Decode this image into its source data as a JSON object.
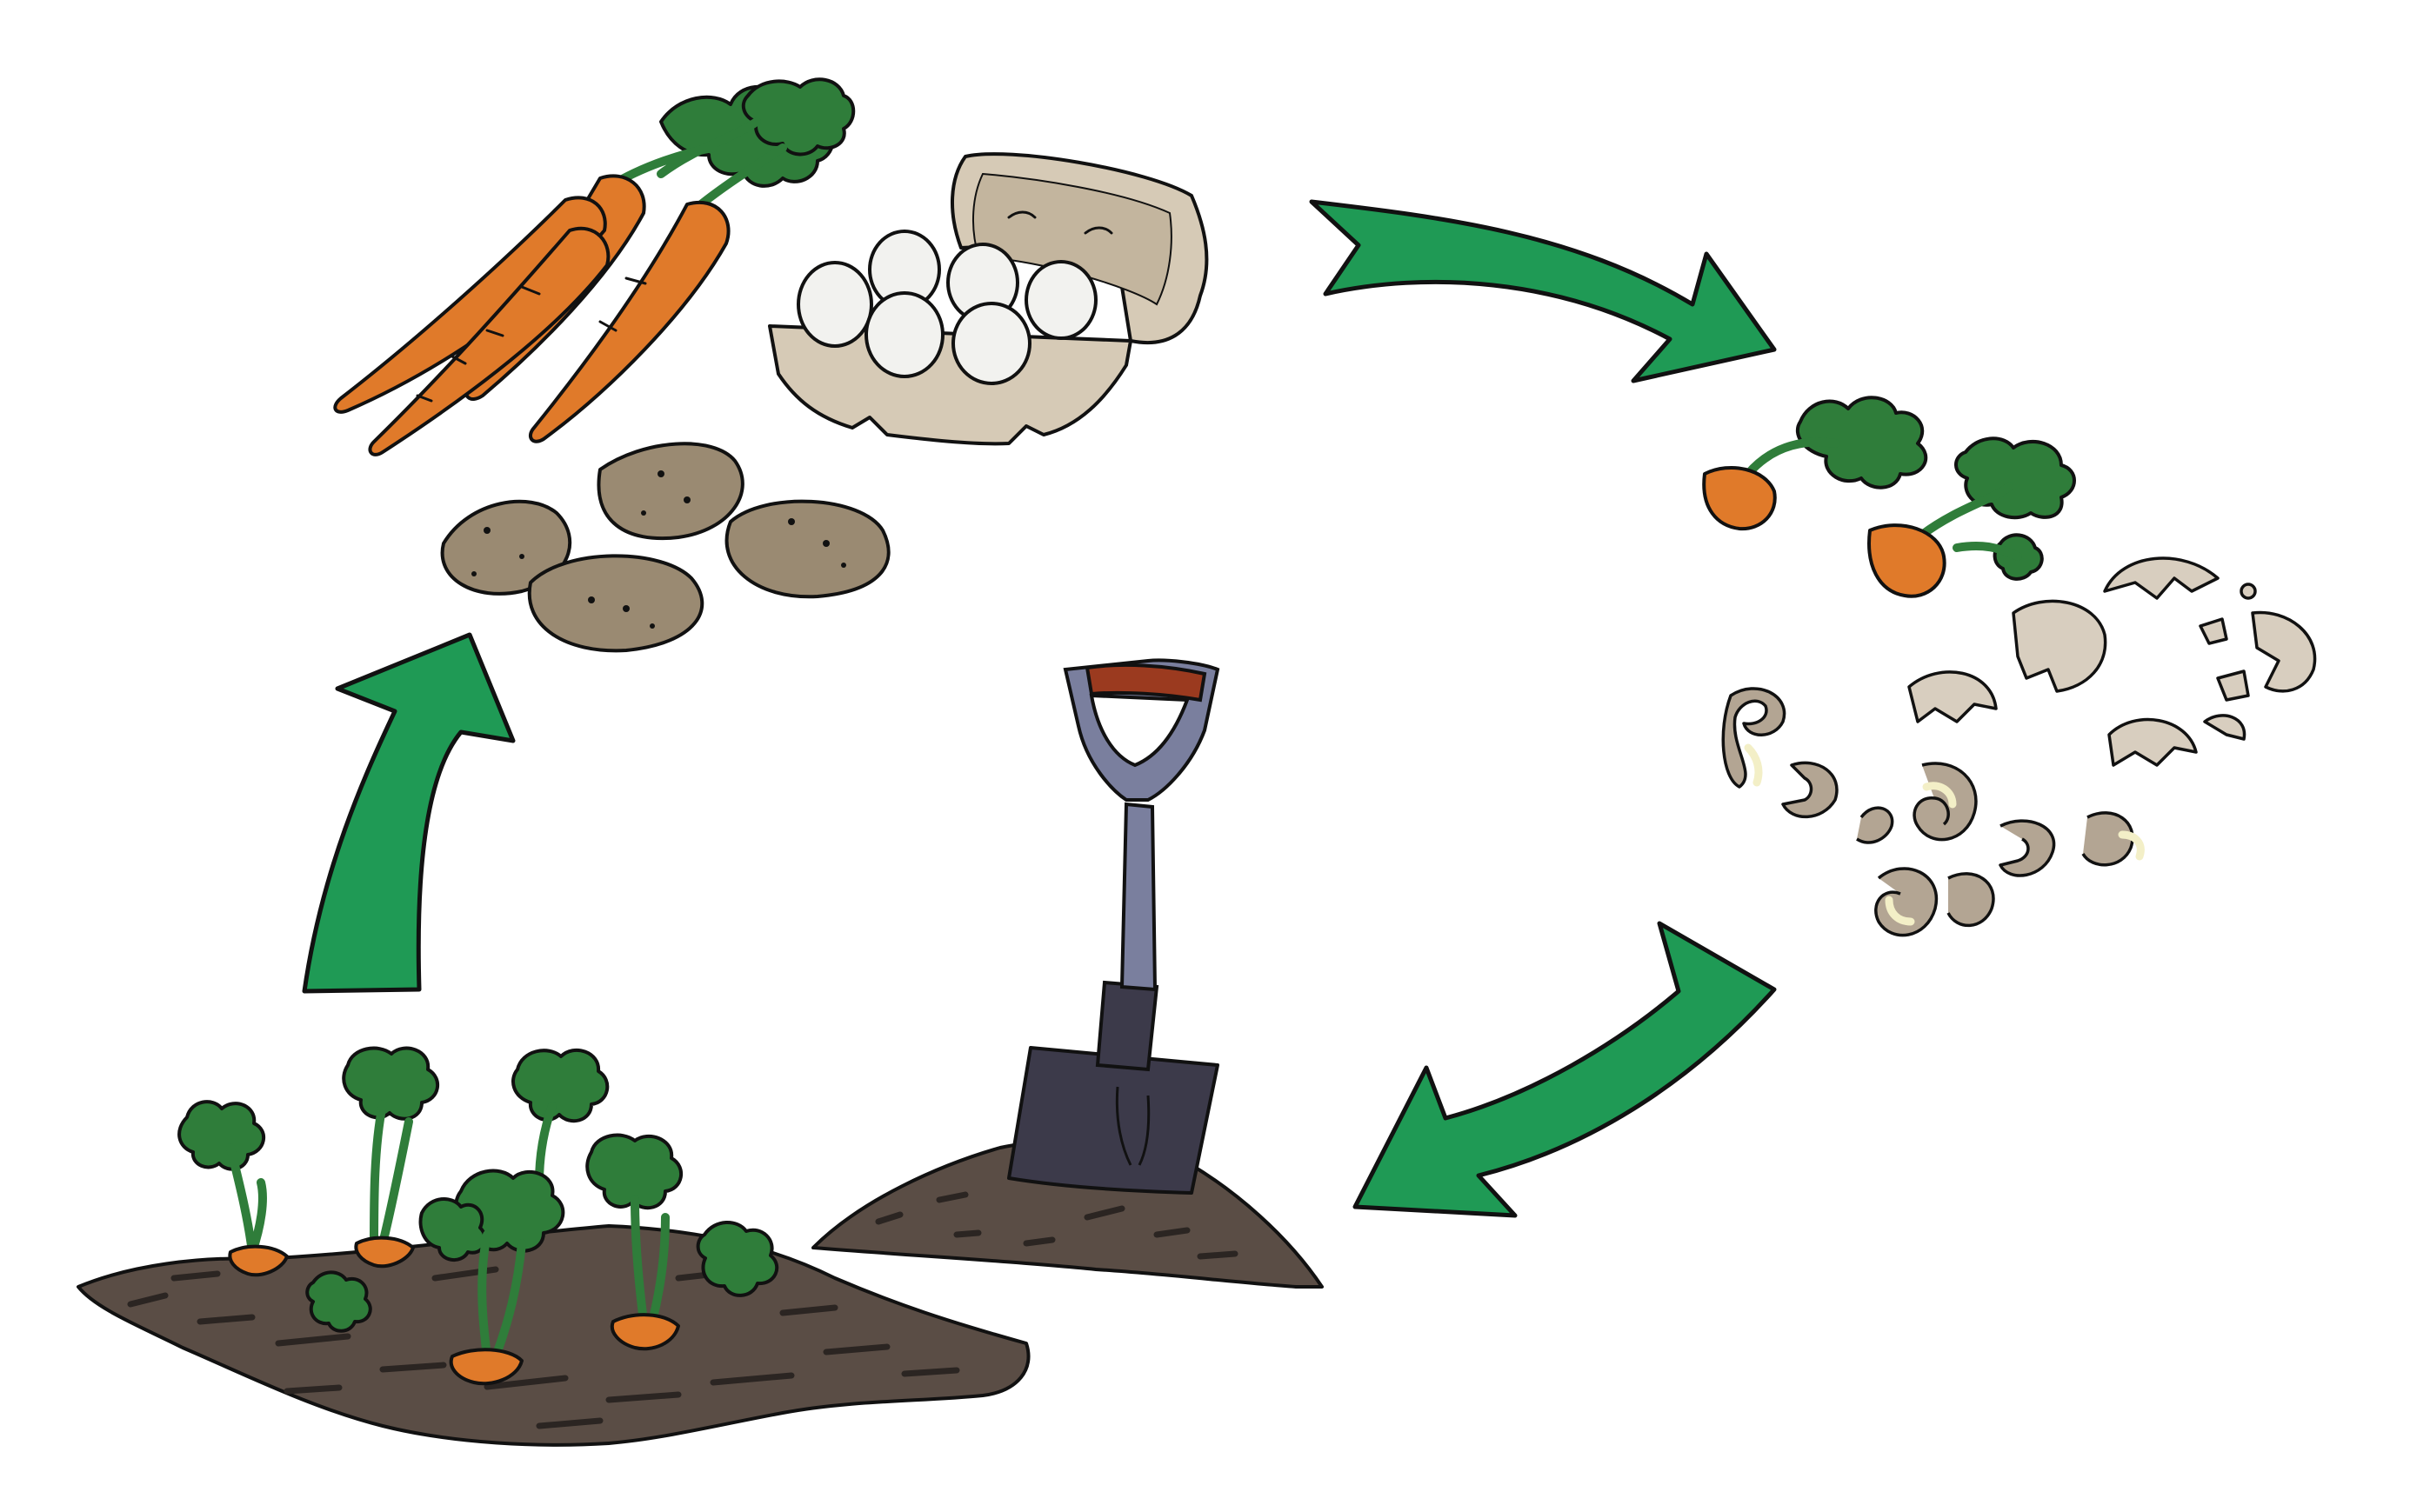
{
  "diagram": {
    "type": "cycle",
    "steps": [
      {
        "id": "harvest",
        "name": "food-harvest",
        "items": [
          "carrots",
          "eggs",
          "potatoes"
        ]
      },
      {
        "id": "scraps",
        "name": "food-scraps",
        "items": [
          "carrot-tops",
          "eggshells",
          "potato-peels"
        ]
      },
      {
        "id": "compost",
        "name": "compost-soil",
        "items": [
          "spade",
          "soil-mound"
        ]
      },
      {
        "id": "garden",
        "name": "growing-garden",
        "items": [
          "carrot-plants",
          "garden-bed"
        ]
      }
    ],
    "arrows": [
      {
        "from": "harvest",
        "to": "scraps"
      },
      {
        "from": "scraps",
        "to": "compost"
      },
      {
        "from": "garden",
        "to": "harvest"
      }
    ]
  },
  "colors": {
    "arrow": "#1f9a55",
    "outline": "#111111",
    "carrot": "#e07a2a",
    "leaf": "#2f7d3a",
    "potato": "#9a8a72",
    "egg": "#f2f2ef",
    "carton": "#d6cab6",
    "soil": "#5a4d45",
    "soil_dark": "#2b2522",
    "spade_handle": "#7a7f9e",
    "spade_grip": "#9b3a1f",
    "spade_blade": "#3c3a4a",
    "peel": "#b3a593",
    "peel_inner": "#f3efc7"
  },
  "icons": [
    "carrot-icon",
    "egg-icon",
    "potato-icon",
    "spade-icon",
    "eggshell-icon",
    "peel-icon",
    "seedling-icon",
    "arrow-icon"
  ]
}
